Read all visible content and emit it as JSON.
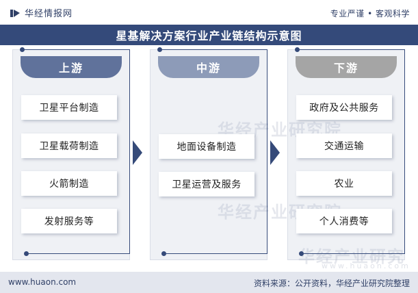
{
  "header": {
    "brand": "华经情报网",
    "tagline": "专业严谨 • 客观科学"
  },
  "title": "星基解决方案行业产业链结构示意图",
  "columns": {
    "upstream": {
      "label": "上游",
      "items": [
        "卫星平台制造",
        "卫星载荷制造",
        "火箭制造",
        "发射服务等"
      ]
    },
    "midstream": {
      "label": "中游",
      "items": [
        "地面设备制造",
        "卫星运营及服务"
      ]
    },
    "downstream": {
      "label": "下游",
      "items": [
        "政府及公共服务",
        "交通运输",
        "农业",
        "个人消费等"
      ]
    }
  },
  "watermark": {
    "name": "华经产业研究院",
    "url": "www.huaon.com"
  },
  "footer": {
    "url": "www.huaon.com",
    "source": "资料来源：公开资料，华经产业研究院整理"
  },
  "colors": {
    "title_bg": "#344a7a",
    "upstream_tab": "#60729b",
    "midstream_tab": "#8d9bb8",
    "downstream_tab": "#a5a5a5",
    "connector": "#354a79"
  }
}
